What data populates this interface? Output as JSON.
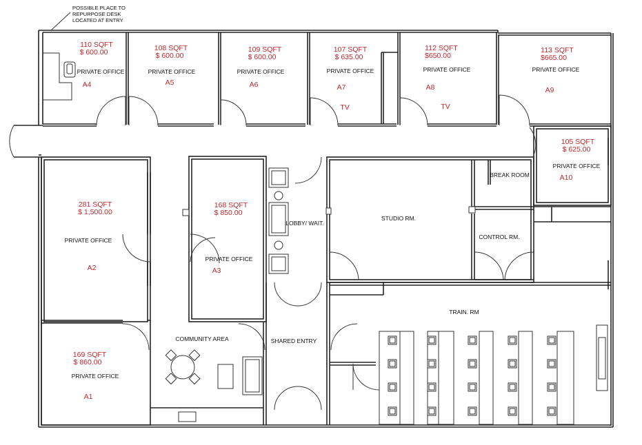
{
  "note": {
    "line1": "POSSIBLE PLACE TO",
    "line2": "REPURPOSE DESK",
    "line3": "LOCATED AT ENTRY"
  },
  "rooms": {
    "a4": {
      "sqft": "110 SQFT",
      "price": "$ 600.00",
      "type": "PRIVATE OFFICE",
      "id": "A4"
    },
    "a5": {
      "sqft": "108 SQFT",
      "price": "$ 600.00",
      "type": "PRIVATE OFFICE",
      "id": "A5"
    },
    "a6": {
      "sqft": "109 SQFT",
      "price": "$ 600.00",
      "type": "PRIVATE OFFICE",
      "id": "A6"
    },
    "a7": {
      "sqft": "107 SQFT",
      "price": "$ 635.00",
      "type": "PRIVATE OFFICE",
      "id": "A7",
      "extra": "TV"
    },
    "a8": {
      "sqft": "112 SQFT",
      "price": "$650.00",
      "type": "PRIVATE OFFICE",
      "id": "A8",
      "extra": "TV"
    },
    "a9": {
      "sqft": "113 SQFT",
      "price": "$665.00",
      "type": "PRIVATE OFFICE",
      "id": "A9"
    },
    "a10": {
      "sqft": "105 SQFT",
      "price": "$ 625.00",
      "type": "PRIVATE OFFICE",
      "id": "A10"
    },
    "a2": {
      "sqft": "281 SQFT",
      "price": "$ 1,500.00",
      "type": "PRIVATE OFFICE",
      "id": "A2"
    },
    "a3": {
      "sqft": "168 SQFT",
      "price": "$ 850.00",
      "type": "PRIVATE OFFICE",
      "id": "A3"
    },
    "a1": {
      "sqft": "169 SQFT",
      "price": "$ 860.00",
      "type": "PRIVATE OFFICE",
      "id": "A1"
    }
  },
  "areas": {
    "lobby": "LOBBY/ WAIT.",
    "studio": "STUDIO RM.",
    "break_room": "BREAK ROOM",
    "control": "CONTROL RM.",
    "train": "TRAIN. RM",
    "community": "COMMUNITY AREA",
    "shared_entry": "SHARED ENTRY"
  },
  "colors": {
    "price_text": "#c0272d",
    "wall": "#222222"
  }
}
